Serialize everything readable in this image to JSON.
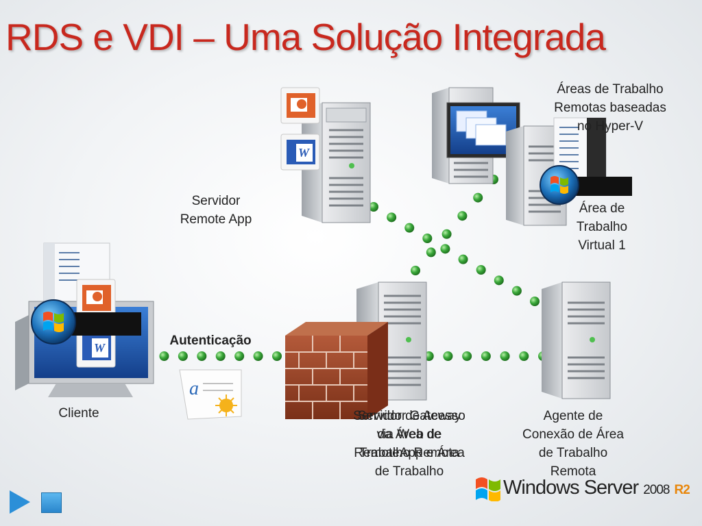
{
  "title": "RDS e VDI – Uma Solução Integrada",
  "labels": {
    "remote_app_server": [
      "Servidor",
      "Remote App"
    ],
    "virtual_desktops": [
      "Áreas de Trabalho",
      "Remotas baseadas",
      "no Hyper-V"
    ],
    "virtual_desktop_1": [
      "Área de",
      "Trabalho",
      "Virtual 1"
    ],
    "client": "Cliente",
    "authentication": "Autenticação",
    "gateway_line_a": [
      "Servidor de Acesso",
      "via Web de",
      "RemoteApp e Área",
      "de Trabalho"
    ],
    "gateway_line_b": [
      "Servidor Gateway",
      "da Área de",
      "Trabalho Remota"
    ],
    "connection_broker": [
      "Agente de",
      "Conexão de Área",
      "de Trabalho",
      "Remota"
    ]
  },
  "branding": {
    "product": "Windows Server",
    "version": "2008",
    "edition": "R2"
  },
  "colors": {
    "title": "#c8281e",
    "dot": "#3aa83a",
    "accent": "#e8860b"
  },
  "icons": [
    "server-icon",
    "powerpoint-icon",
    "word-icon",
    "monitor-icon",
    "windows-logo-icon",
    "firewall-icon",
    "certificate-icon",
    "play-icon",
    "stop-icon"
  ]
}
